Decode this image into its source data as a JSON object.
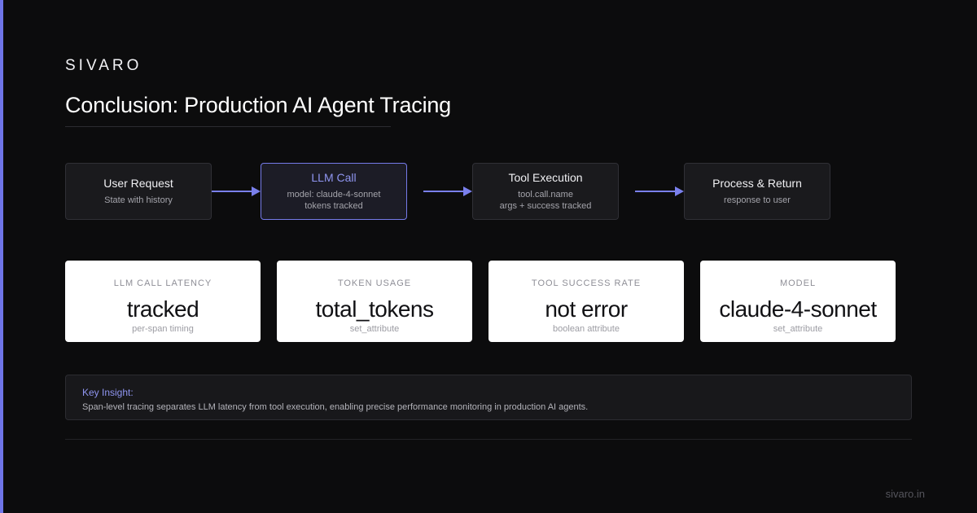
{
  "brand": "SIVARO",
  "title": "Conclusion: Production AI Agent Tracing",
  "flow": [
    {
      "title": "User Request",
      "lines": [
        "State with history"
      ],
      "active": false
    },
    {
      "title": "LLM Call",
      "lines": [
        "model: claude-4-sonnet",
        "tokens tracked"
      ],
      "active": true
    },
    {
      "title": "Tool Execution",
      "lines": [
        "tool.call.name",
        "args + success tracked"
      ],
      "active": false
    },
    {
      "title": "Process & Return",
      "lines": [
        "response to user"
      ],
      "active": false
    }
  ],
  "metrics": [
    {
      "label": "LLM CALL LATENCY",
      "value": "tracked",
      "sub": "per-span timing"
    },
    {
      "label": "TOKEN USAGE",
      "value": "total_tokens",
      "sub": "set_attribute"
    },
    {
      "label": "TOOL SUCCESS RATE",
      "value": "not error",
      "sub": "boolean attribute"
    },
    {
      "label": "MODEL",
      "value": "claude-4-sonnet",
      "sub": "set_attribute"
    }
  ],
  "insight": {
    "title": "Key Insight:",
    "text": "Span-level tracing separates LLM latency from tool execution, enabling precise performance monitoring in production AI agents."
  },
  "footer": "sivaro.in",
  "colors": {
    "accent": "#6f75e8",
    "background": "#0c0c0d",
    "card": "#ffffff"
  }
}
